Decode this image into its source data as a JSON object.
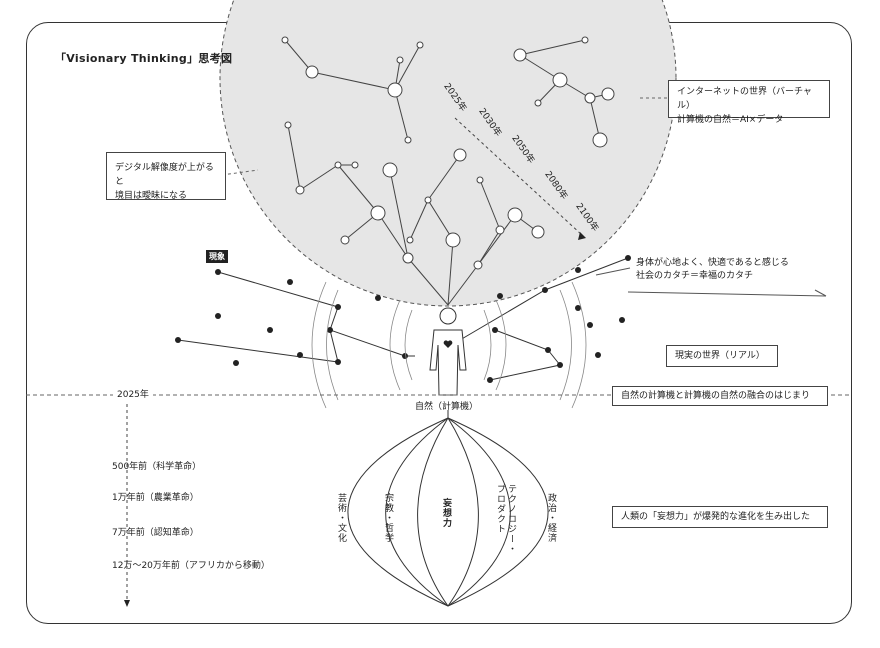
{
  "title": "「Visionary Thinking」思考図",
  "phenomenon_label": "現象",
  "timeline_years": [
    "2025年",
    "2030年",
    "2050年",
    "2080年",
    "2100年"
  ],
  "callout_virtual": [
    "インターネットの世界（バーチャル）",
    "計算機の自然＝AI×データ"
  ],
  "callout_digital": [
    "デジタル解像度が上がると",
    "境目は曖昧になる"
  ],
  "callout_body": [
    "身体が心地よく、快適であると感じる",
    "社会のカタチ＝幸福のカタチ"
  ],
  "callout_real": "現実の世界（リアル）",
  "baseline_year": "2025年",
  "callout_fusion": "自然の計算機と計算機の自然の融合のはじまり",
  "figure_label": "自然（計算機）",
  "history": [
    "500年前（科学革命）",
    "1万年前（農業革命）",
    "7万年前（認知革命）",
    "12万〜20万年前（アフリカから移動）"
  ],
  "domains": [
    "芸術・文化",
    "宗教・哲学",
    "妄想力",
    "テクノロジー・プロダクト",
    "政治・経済"
  ],
  "callout_imagination": "人類の「妄想力」が爆発的な進化を生み出した",
  "colors": {
    "circle_fill": "#e6e6e6",
    "line": "#444444",
    "dot": "#222222"
  }
}
